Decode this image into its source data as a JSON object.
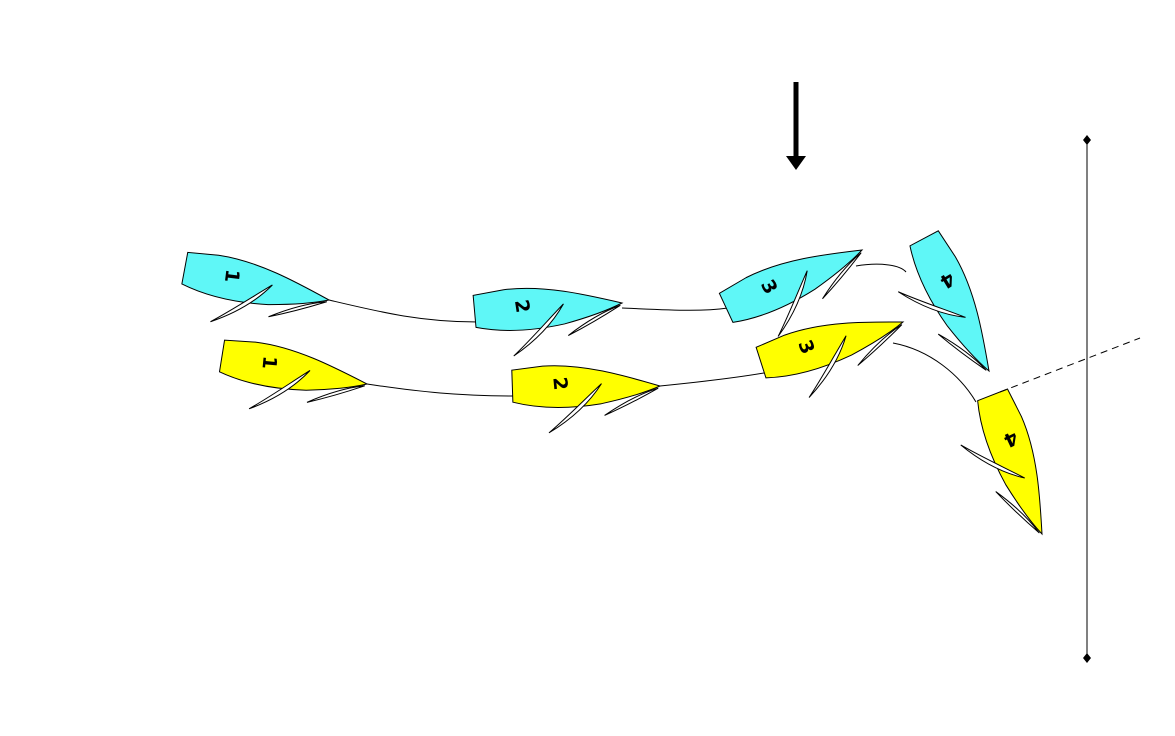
{
  "colors": {
    "boat_a": "#5ff7f7",
    "boat_b": "#ffff00",
    "line": "#000000"
  },
  "wind_arrow": {
    "icon": "arrow-down-icon"
  },
  "boats_a": [
    {
      "label": "1"
    },
    {
      "label": "2"
    },
    {
      "label": "3"
    },
    {
      "label": "4"
    }
  ],
  "boats_b": [
    {
      "label": "1"
    },
    {
      "label": "2"
    },
    {
      "label": "3"
    },
    {
      "label": "4"
    }
  ]
}
